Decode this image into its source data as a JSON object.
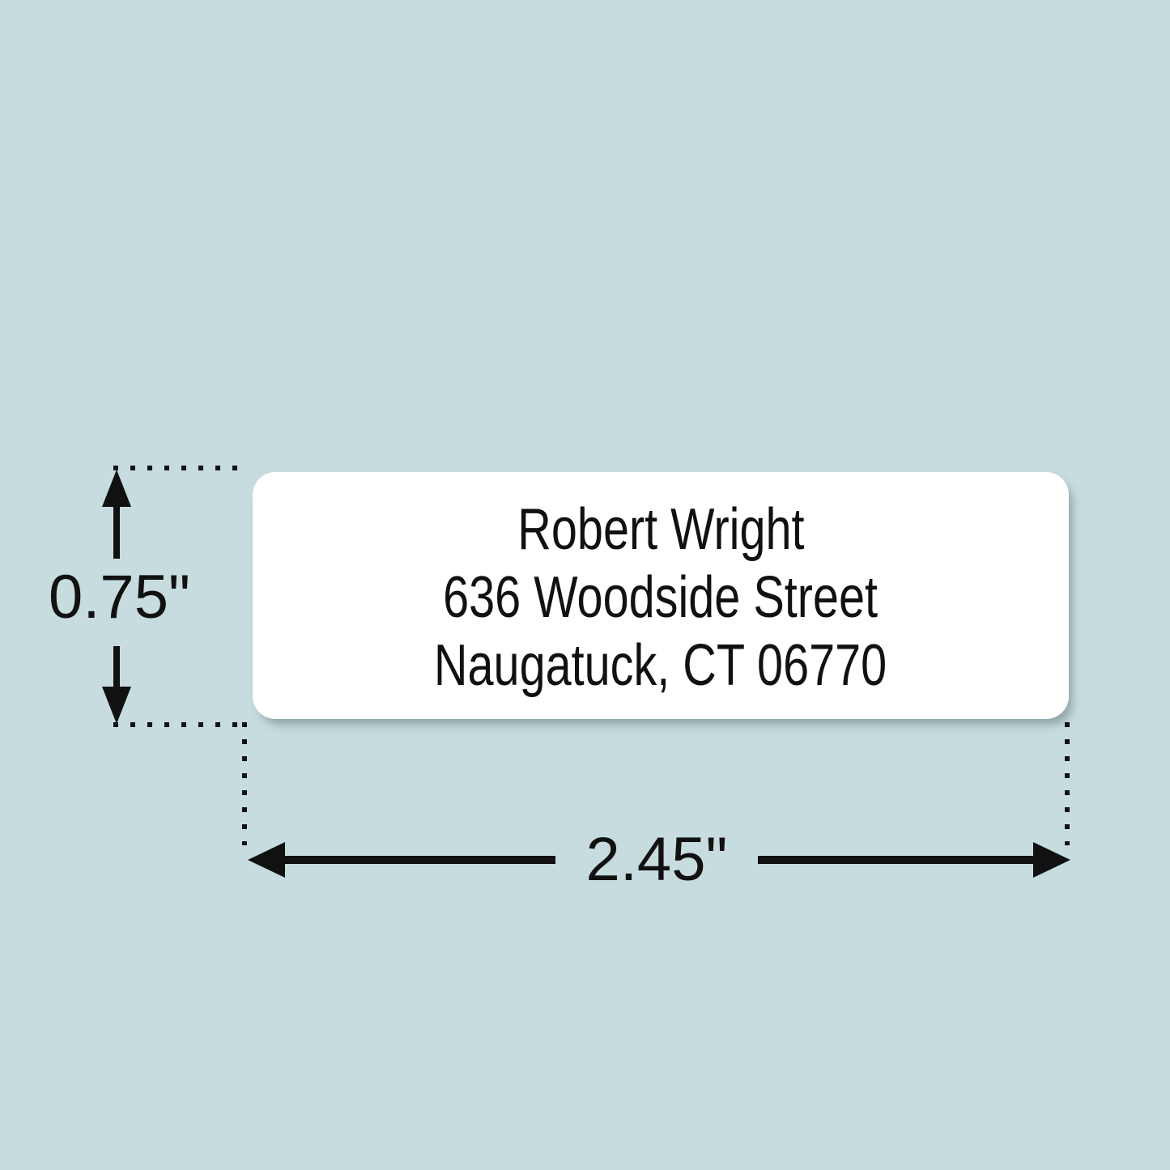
{
  "canvas": {
    "background_color": "#c6dcde",
    "ink_color": "#111111"
  },
  "label": {
    "card_background": "#ffffff",
    "address_lines": [
      "Robert Wright",
      "636 Woodside Street",
      "Naugatuck, CT 06770"
    ],
    "line1": "Robert Wright",
    "line2": "636 Woodside Street",
    "line3": "Naugatuck, CT 06770"
  },
  "dimensions": {
    "height": {
      "value": "0.75\"",
      "orientation": "vertical",
      "arrow_up_icon": "arrow-up-icon",
      "arrow_down_icon": "arrow-down-icon"
    },
    "width": {
      "value": "2.45\"",
      "orientation": "horizontal",
      "arrow_left_icon": "arrow-left-icon",
      "arrow_right_icon": "arrow-right-icon"
    }
  },
  "guides": {
    "style": "dotted",
    "top_label": "",
    "bottom_label": ""
  }
}
